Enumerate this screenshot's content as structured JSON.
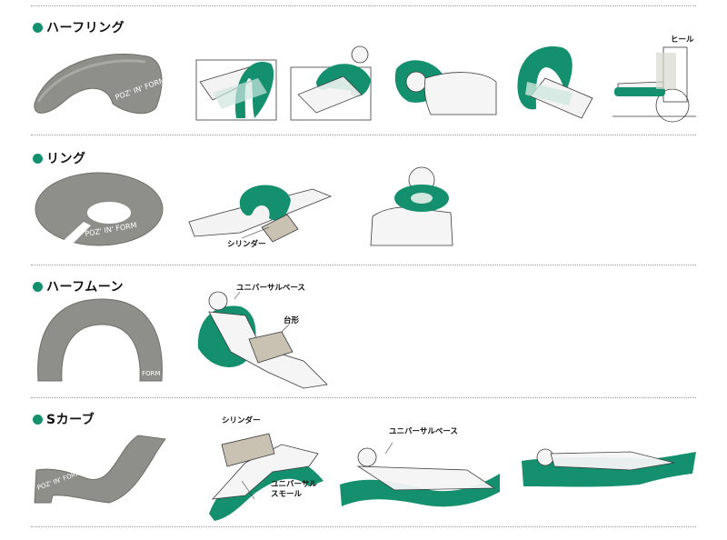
{
  "sections": [
    {
      "title": "ハーフリング",
      "product_text": "POZ' IN' FORM",
      "labels": [
        "ヒール"
      ]
    },
    {
      "title": "リング",
      "product_text": "POZ' IN' FORM",
      "labels": [
        "シリンダー"
      ]
    },
    {
      "title": "ハーフムーン",
      "product_text": "POZ' IN' FORM",
      "labels": [
        "ユニバーサルベース",
        "台形"
      ]
    },
    {
      "title": "Sカーブ",
      "product_text": "POZ' IN' FORM",
      "labels": [
        "シリンダー",
        "ユニバーサル",
        "スモール",
        "ユニバーサルベース"
      ]
    }
  ],
  "colors": {
    "accent": "#14906f",
    "pillow_gray": "#8e8e8a",
    "sketch": "#3a3a3a"
  }
}
